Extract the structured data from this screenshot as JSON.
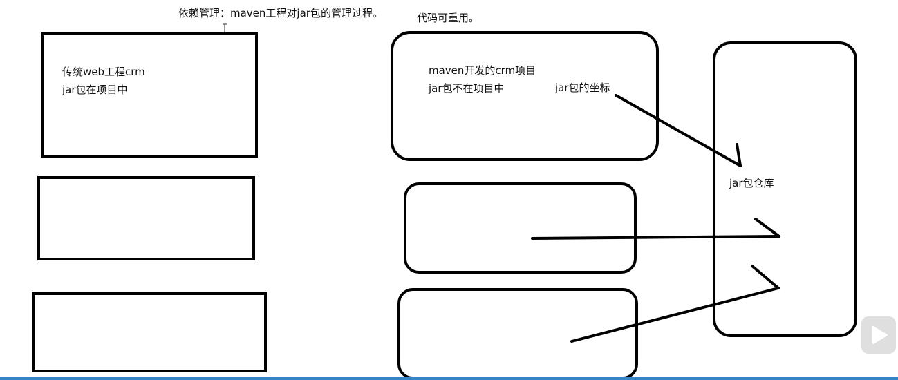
{
  "header": {
    "dependency_note": "依赖管理：maven工程对jar包的管理过程。",
    "reuse_note": "代码可重用。"
  },
  "traditional_project": {
    "line1": "传统web工程crm",
    "line2": "jar包在项目中"
  },
  "maven_project": {
    "line1": "maven开发的crm项目",
    "line2": "jar包不在项目中",
    "coordinate_label": "jar包的坐标"
  },
  "repository": {
    "label": "jar包仓库"
  },
  "colors": {
    "ink": "#000000",
    "progress_bar": "#2f87c6",
    "play_button": "#dcdcdc"
  },
  "icons": {
    "cursor": "text-cursor-icon",
    "play": "play-icon"
  }
}
